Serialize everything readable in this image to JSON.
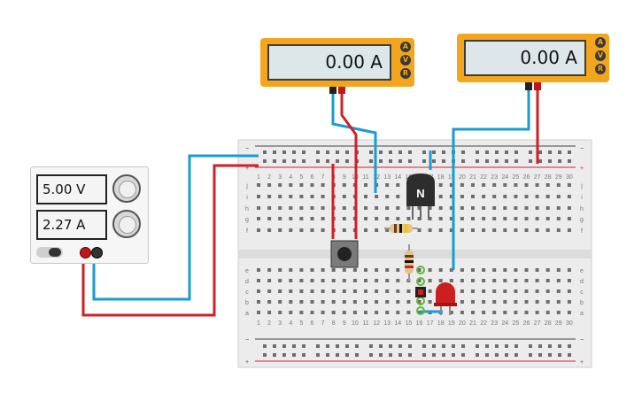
{
  "ammeter_left": {
    "reading": "0.00 A",
    "mode_a": "A",
    "mode_v": "V",
    "mode_r": "R"
  },
  "ammeter_right": {
    "reading": "0.00 A",
    "mode_a": "A",
    "mode_v": "V",
    "mode_r": "R"
  },
  "power_supply": {
    "voltage": "5.00 V",
    "current": "2.27 A"
  },
  "transistor": {
    "label": "N"
  },
  "breadboard": {
    "columns": [
      "1",
      "2",
      "3",
      "4",
      "5",
      "6",
      "7",
      "8",
      "9",
      "10",
      "11",
      "12",
      "13",
      "14",
      "15",
      "16",
      "17",
      "18",
      "19",
      "20",
      "21",
      "22",
      "23",
      "24",
      "25",
      "26",
      "27",
      "28",
      "29",
      "30"
    ],
    "rows_top": [
      "j",
      "i",
      "h",
      "g",
      "f"
    ],
    "rows_bottom": [
      "e",
      "d",
      "c",
      "b",
      "a"
    ],
    "rail_plus": "+",
    "rail_minus": "−"
  },
  "colors": {
    "wire_blue": "#1a9bd1",
    "wire_red": "#d11f27",
    "meter_body": "#f2a51d",
    "led": "#cc1f1f",
    "breadboard": "#ececec"
  }
}
